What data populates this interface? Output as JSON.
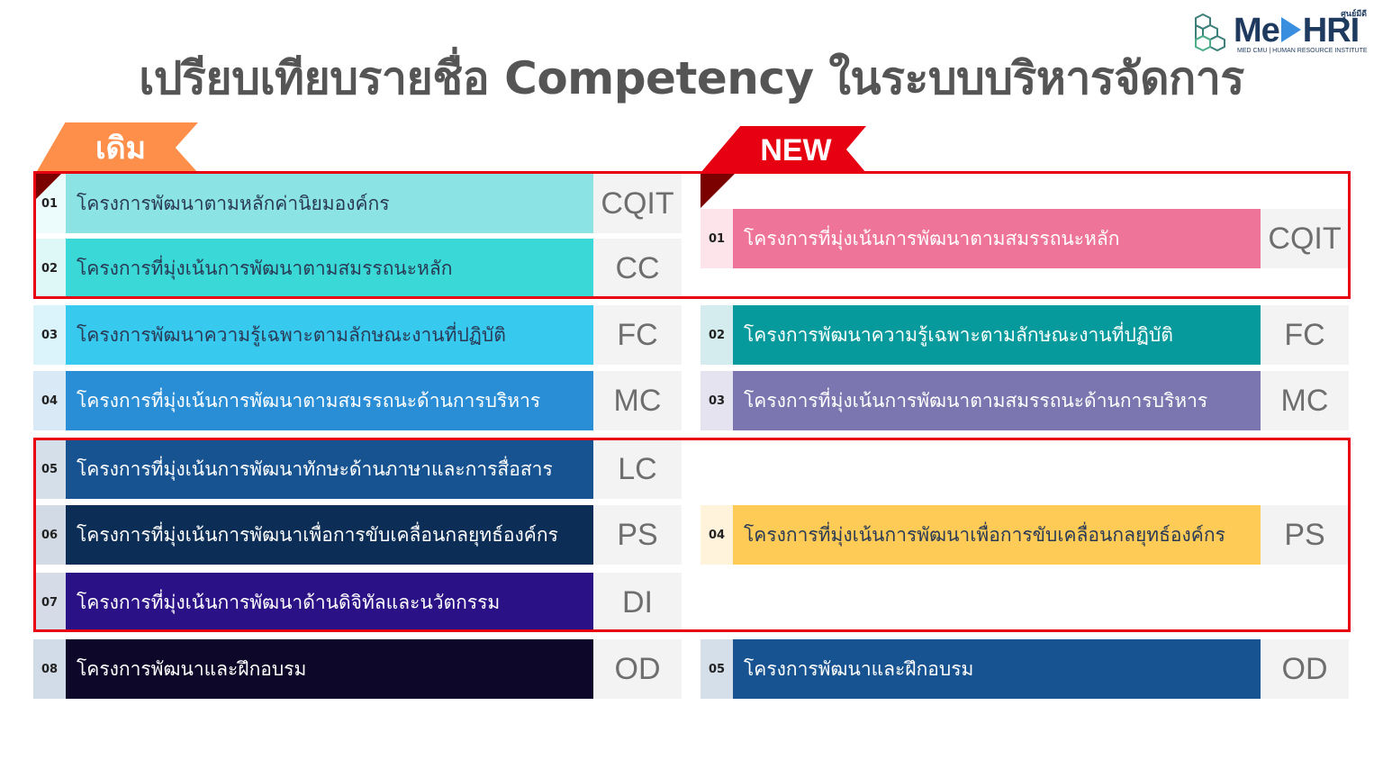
{
  "title": "เปรียบเทียบรายชื่อ Competency ในระบบบริหารจัดการ",
  "logo": {
    "brand_left": "Me",
    "brand_right": "HRI",
    "thai_tag": "ศูนย์มีดี",
    "subtitle": "MED CMU | HUMAN RESOURCE INSTITUTE",
    "icon": "cube-stack-icon",
    "accent_color": "#3a8ee0"
  },
  "old": {
    "ribbon_label": "เดิม",
    "ribbon_color": "#fd8f4a",
    "items": [
      {
        "num": "01",
        "label": "โครงการพัฒนาตามหลักค่านิยมองค์กร",
        "code": "CQIT",
        "color": "#8be3e3",
        "num_bg": "#ecfbfb"
      },
      {
        "num": "02",
        "label": "โครงการที่มุ่งเน้นการพัฒนาตามสมรรถนะหลัก",
        "code": "CC",
        "color": "#3ad8d6",
        "num_bg": "#def7f7"
      },
      {
        "num": "03",
        "label": "โครงการพัฒนาความรู้เฉพาะตามลักษณะงานที่ปฏิบัติ",
        "code": "FC",
        "color": "#38c9ef",
        "num_bg": "#dbf4fc"
      },
      {
        "num": "04",
        "label": "โครงการที่มุ่งเน้นการพัฒนาตามสมรรถนะด้านการบริหาร",
        "code": "MC",
        "color": "#2a8ed6",
        "num_bg": "#dae9f6"
      },
      {
        "num": "05",
        "label": "โครงการที่มุ่งเน้นการพัฒนาทักษะด้านภาษาและการสื่อสาร",
        "code": "LC",
        "color": "#175390",
        "num_bg": "#d4dfea"
      },
      {
        "num": "06",
        "label": "โครงการที่มุ่งเน้นการพัฒนาเพื่อการขับเคลื่อนกลยุทธ์องค์กร",
        "code": "PS",
        "color": "#0b2d56",
        "num_bg": "#d2dbe5"
      },
      {
        "num": "07",
        "label": "โครงการที่มุ่งเน้นการพัฒนาด้านดิจิทัลและนวัตกรรม",
        "code": "DI",
        "color": "#2a1185",
        "num_bg": "#d6dbe8"
      },
      {
        "num": "08",
        "label": "โครงการพัฒนาและฝึกอบรม",
        "code": "OD",
        "color": "#0d0829",
        "num_bg": "#d2dce8"
      }
    ]
  },
  "new": {
    "ribbon_label": "NEW",
    "ribbon_color": "#e60012",
    "items": [
      {
        "num": "01",
        "label": "โครงการที่มุ่งเน้นการพัฒนาตามสมรรถนะหลัก",
        "code": "CQIT",
        "color": "#ef7499",
        "num_bg": "#fde3ea"
      },
      {
        "num": "02",
        "label": "โครงการพัฒนาความรู้เฉพาะตามลักษณะงานที่ปฏิบัติ",
        "code": "FC",
        "color": "#069a9c",
        "num_bg": "#d4eced"
      },
      {
        "num": "03",
        "label": "โครงการที่มุ่งเน้นการพัฒนาตามสมรรถนะด้านการบริหาร",
        "code": "MC",
        "color": "#7b76b0",
        "num_bg": "#e4e3ef"
      },
      {
        "num": "04",
        "label": "โครงการที่มุ่งเน้นการพัฒนาเพื่อการขับเคลื่อนกลยุทธ์องค์กร",
        "code": "PS",
        "color": "#fdcb56",
        "num_bg": "#fff3dc"
      },
      {
        "num": "05",
        "label": "โครงการพัฒนาและฝึกอบรม",
        "code": "OD",
        "color": "#175390",
        "num_bg": "#d4dfea"
      }
    ]
  },
  "highlight_color": "#e60012",
  "code_text_color": "#6e6e6e"
}
